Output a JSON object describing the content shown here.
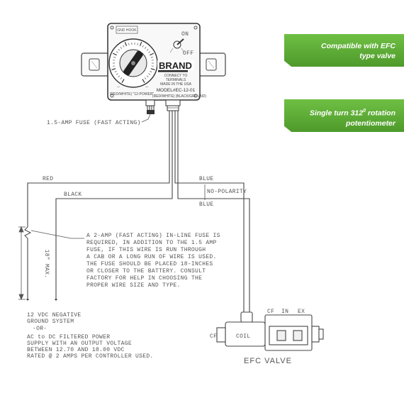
{
  "controller": {
    "top_label": "GND HOOK",
    "switch_on": "ON",
    "switch_off": "OFF",
    "brand": "BRAND",
    "info_lines": [
      "CONNECT TO",
      "TERMINALS",
      "MADE IN THE USA"
    ],
    "model": "MODEL#EC-12-01",
    "left_lead": "(RED/WHITE) \"12-POWER\"",
    "right_lead": "(RED/WHITE) (BLACK/GROUND)"
  },
  "fuse_label": "1.5-AMP FUSE (FAST ACTING)",
  "wires": {
    "red": "RED",
    "black": "BLACK",
    "blue_top": "BLUE",
    "blue_bottom": "BLUE",
    "polarity": "NO-POLARITY",
    "max_length": "18\" MAX."
  },
  "note_lines": [
    "A 2-AMP (FAST ACTING) IN-LINE FUSE IS",
    "REQUIRED, IN ADDITION TO THE 1.5 AMP",
    "FUSE, IF THIS WIRE IS RUN THROUGH",
    "A CAB OR A LONG RUN OF WIRE IS USED.",
    "THE FUSE SHOULD BE PLACED 18-INCHES",
    "OR CLOSER TO THE BATTERY.  CONSULT",
    "FACTORY FOR HELP IN CHOOSING THE",
    "PROPER WIRE SIZE AND TYPE."
  ],
  "power_lines": [
    "12 VDC NEGATIVE",
    "GROUND SYSTEM",
    "-OR-",
    "AC to DC FILTERED POWER",
    "SUPPLY WITH AN OUTPUT VOLTAGE",
    "BETWEEN 12.70 AND 18.00 VDC",
    "RATED @ 2 AMPS PER CONTROLLER USED."
  ],
  "valve": {
    "name": "EFC VALVE",
    "coil": "COIL",
    "port_cf": "CF",
    "port_in": "IN",
    "port_ex": "EX",
    "port_left": "CF"
  },
  "badges": {
    "efc": [
      "Compatible with EFC",
      "type valve"
    ],
    "pot_main": "Single turn 312",
    "pot_sup": "0",
    "pot_rest": " rotation",
    "pot_line2": "potentiometer"
  }
}
